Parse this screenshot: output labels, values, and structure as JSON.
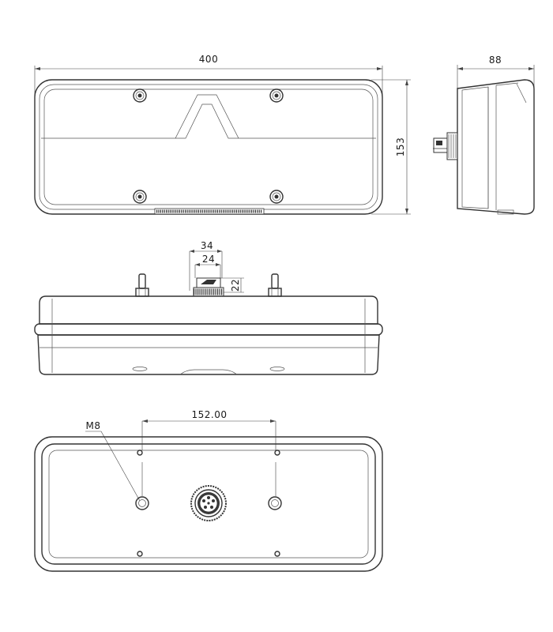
{
  "front_view": {
    "width_label": "400",
    "height_label": "153"
  },
  "side_view": {
    "depth_label": "88"
  },
  "bottom_view": {
    "dim_outer_label": "34",
    "dim_inner_label": "24",
    "dim_height_label": "22"
  },
  "rear_view": {
    "bolt_label": "M8",
    "bolt_spacing_label": "152.00"
  },
  "colors": {
    "outline": "#333333",
    "text": "#1a1a1a"
  }
}
